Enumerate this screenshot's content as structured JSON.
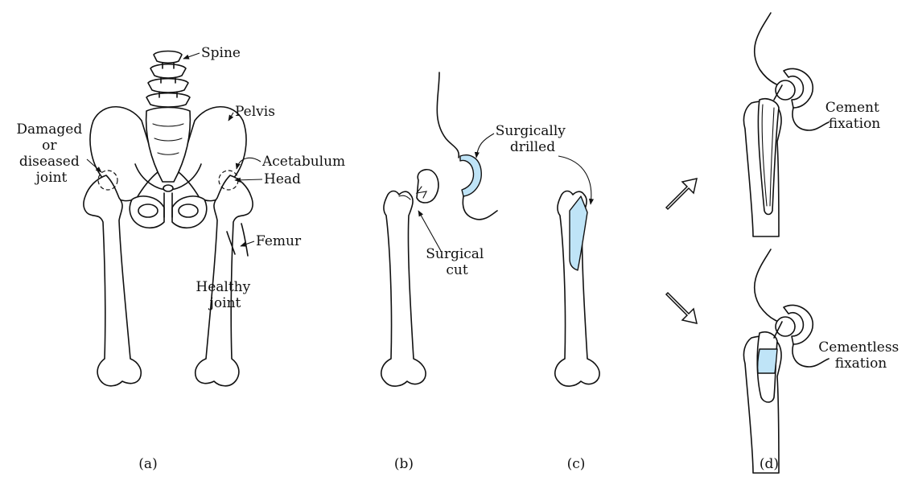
{
  "panels": {
    "a": {
      "caption": "(a)",
      "labels": {
        "spine": "Spine",
        "pelvis": "Pelvis",
        "acetabulum": "Acetabulum",
        "head": "Head",
        "femur": "Femur",
        "damaged": [
          "Damaged",
          "or",
          "diseased",
          "joint"
        ],
        "healthy": [
          "Healthy",
          "joint"
        ]
      }
    },
    "b": {
      "caption": "(b)",
      "labels": {
        "surgically_drilled": [
          "Surgically",
          "drilled"
        ],
        "surgical_cut": [
          "Surgical",
          "cut"
        ]
      }
    },
    "c": {
      "caption": "(c)"
    },
    "d": {
      "caption": "(d)",
      "labels": {
        "cement": [
          "Cement",
          "fixation"
        ],
        "cementless": [
          "Cementless",
          "fixation"
        ]
      }
    }
  },
  "colors": {
    "drilled_fill": "#bfe4f7",
    "ink": "#111111"
  }
}
